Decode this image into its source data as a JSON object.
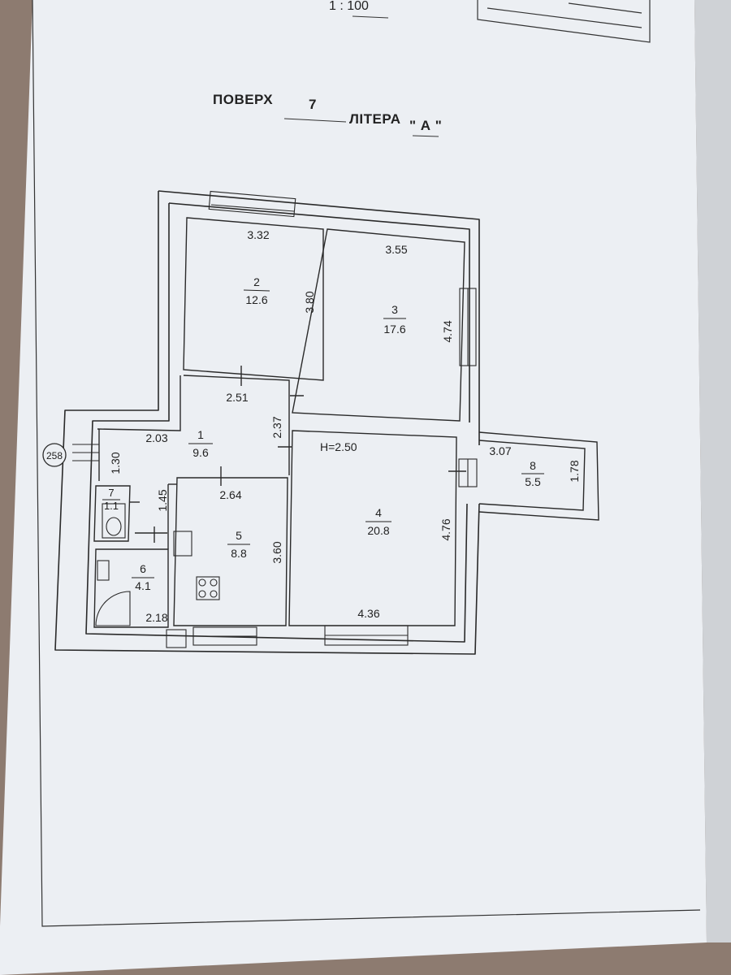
{
  "header": {
    "scale": "1 : 100",
    "floor_label": "ПОВЕРХ",
    "floor_value": "7",
    "letter_label": "ЛІТЕРА",
    "letter_value": "\" А \""
  },
  "marker": "258",
  "ceiling_height": "H=2.50",
  "rooms": [
    {
      "number": "1",
      "area": "9.6"
    },
    {
      "number": "2",
      "area": "12.6"
    },
    {
      "number": "3",
      "area": "17.6"
    },
    {
      "number": "4",
      "area": "20.8"
    },
    {
      "number": "5",
      "area": "8.8"
    },
    {
      "number": "6",
      "area": "4.1"
    },
    {
      "number": "7",
      "area": "1.1"
    },
    {
      "number": "8",
      "area": "5.5"
    }
  ],
  "dimensions": {
    "r2_width": "3.32",
    "r2_height": "3.80",
    "r3_width": "3.55",
    "r3_height": "4.74",
    "r1_width_top": "2.51",
    "r1_width_left": "2.03",
    "r1_height": "2.37",
    "entry_height": "1.30",
    "wc_height": "1.45",
    "r5_width": "2.64",
    "r5_height": "3.60",
    "r4_width": "4.36",
    "r4_height": "4.76",
    "r8_width": "3.07",
    "r8_height": "1.78",
    "r6_width": "2.18"
  },
  "colors": {
    "paper": "#eceff3",
    "line": "#2a2a2a",
    "background": "#8a7a6e"
  }
}
